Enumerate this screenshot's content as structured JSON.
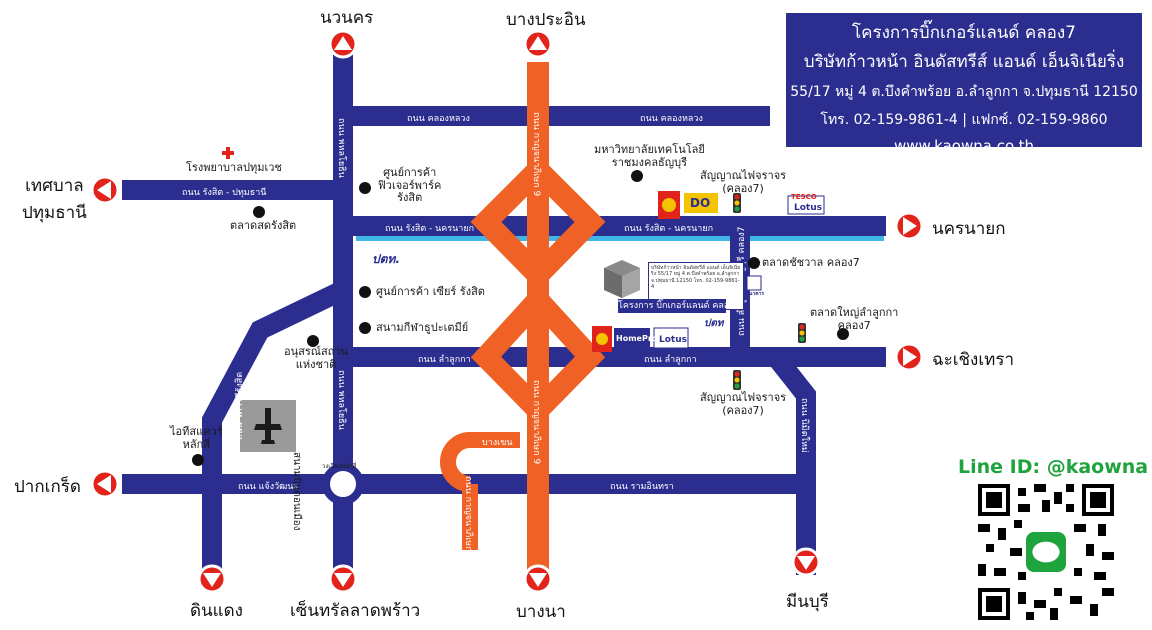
{
  "info": {
    "project": "โครงการบิ๊กเกอร์แลนด์ คลอง7",
    "company": "บริษัทก้าวหน้า อินดัสทรีส์ แอนด์ เอ็นจิเนียริ่ง",
    "address": "55/17 หมู่ 4 ต.บึงคำพร้อย อ.ลำลูกกา จ.ปทุมธานี 12150",
    "phone": "โทร. 02-159-9861-4 | แฟกซ์. 02-159-9860",
    "website": "www.kaowna.co.th"
  },
  "line_id": "Line ID: @kaowna",
  "directions": {
    "north_left": "นวนคร",
    "north_center": "บางประอิน",
    "west_top": "เทศบาล\nปทุมธานี",
    "east_top": "นครนายก",
    "east_mid": "ฉะเชิงเทรา",
    "west_bottom": "ปากเกร็ด",
    "south_1": "ดินแดง",
    "south_2": "เซ็นทรัลลาดพร้าว",
    "south_3": "บางนา",
    "south_4": "มีนบุรี"
  },
  "roads": {
    "khlong_luang": "ถนน คลองหลวง",
    "khlong_luang_2": "ถนน คลองหลวง",
    "rangsit_pathum": "ถนน รังสิต - ปทุมธานี",
    "rangsit_nakhon_1": "ถนน รังสิต - นครนายก",
    "rangsit_nakhon_2": "ถนน รังสิต - นครนายก",
    "lam_luk_ka_1": "ถนน ลำลูกกา",
    "lam_luk_ka_2": "ถนน ลำลูกกา",
    "chaeng_watthana": "ถนน แจ้งวัฒนะ",
    "ram_inthra": "ถนน รามอินทรา",
    "phahonyothin_1": "ถนน พหลโยธิน",
    "phahonyothin_2": "ถนน พหลโยธิน",
    "vibhavadi": "ถนน วิภาวดีรังสิต",
    "motorway_1": "ถนน กาญจนาภิเษก 9",
    "motorway_2": "ถนน กาญจนาภิเษก 9",
    "lam_luk_ka_thanyaburi": "ถนน ลำลูกกา-ธัญบุรี คลอง7",
    "nimit_mai": "ถนน นิมิตใหม่",
    "bang_khen": "บางเขน",
    "bang_khen_road": "ถนน กาญจนาภิเษก",
    "circle": "วงเวียนหลักสี่"
  },
  "places": {
    "hospital": "โรงพยาบาลปทุมเวช",
    "future_park": "ศูนย์การค้า\nฟิวเจอร์พาร์ค\nรังสิต",
    "rangsit_market": "ตลาดสดรังสิต",
    "university": "มหาวิทยาลัยเทคโนโลยี\nราชมงคลธัญบุรี",
    "traffic_light_1": "สัญญาณไฟจราจร\n(คลอง7)",
    "chatchawan_market": "ตลาดชัชวาล คลอง7",
    "zeer": "ศูนย์การค้า เซียร์ รังสิต",
    "stadium": "สนามกีฬาธูปะเตมีย์",
    "lam_luk_ka_market": "ตลาดใหญ่ลำลูกกา\nคลอง7",
    "monument": "อนุสรณ์สถาน\nแห่งชาติ",
    "it_square": "ไอทีสแควร์\nหลักสี่",
    "airport": "สนามบินดอนเมือง",
    "traffic_light_2": "สัญญาณไฟจราจร\n(คลอง7)",
    "project_label": "โครงการ บิ๊กเกอร์แลนด์ คลอง7",
    "project_mini": "บริษัทก้าวหน้า อินดัสทรีส์ แอนด์ เอ็นจิเนียริ่ง 55/17 หมู่ 4 ต.บึงคำพร้อย อ.ลำลูกกา จ.ปทุมธานี 12150 โทร. 02-159-9861-4"
  },
  "logos": {
    "ptt": "ปตท.",
    "ptt_2": "ปตท",
    "tesco_top": "TESCO",
    "lotus": "Lotus",
    "homepro": "HomePro",
    "do_home": "DO",
    "bank": "ธนาคาร"
  },
  "colors": {
    "road": "#2b2e8f",
    "motorway": "#ef6125",
    "arrow": "#e2231a",
    "canal": "#3fb6e6",
    "line_green": "#1fa33c"
  },
  "icons": [
    "arrow-up-icon",
    "arrow-down-icon",
    "arrow-left-icon",
    "arrow-right-icon",
    "hospital-cross-icon",
    "traffic-light-icon",
    "airplane-icon",
    "building-icon",
    "qr-code-icon",
    "line-logo-icon"
  ]
}
